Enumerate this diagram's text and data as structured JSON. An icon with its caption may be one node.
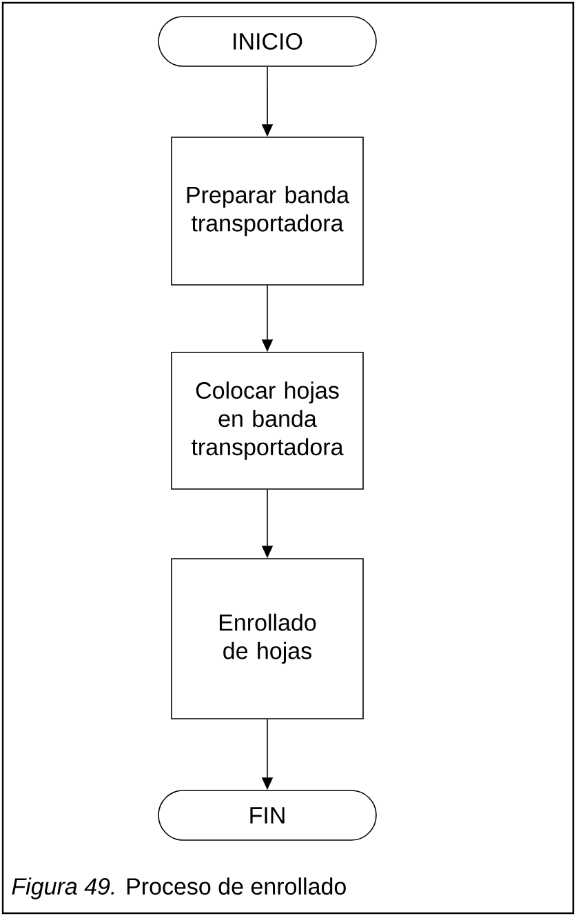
{
  "diagram": {
    "caption": "*Figura 49.* Proceso de enrollado",
    "nodes": [
      {
        "text": [
          "INICIO"
        ]
      },
      {
        "text": [
          "Preparar banda transportadora"
        ]
      },
      {
        "text": [
          "Colocar hojas en banda transportadora"
        ]
      },
      {
        "text": [
          "Enrollado de hojas"
        ]
      },
      {
        "text": [
          "FIN"
        ]
      }
    ],
    "edges": [
      {
        "from": 0,
        "to": 1,
        "arrow": "to"
      },
      {
        "from": 1,
        "to": 2,
        "arrow": "to"
      },
      {
        "from": 2,
        "to": 3,
        "arrow": "to"
      },
      {
        "from": 3,
        "to": 4,
        "arrow": "to"
      }
    ]
  }
}
